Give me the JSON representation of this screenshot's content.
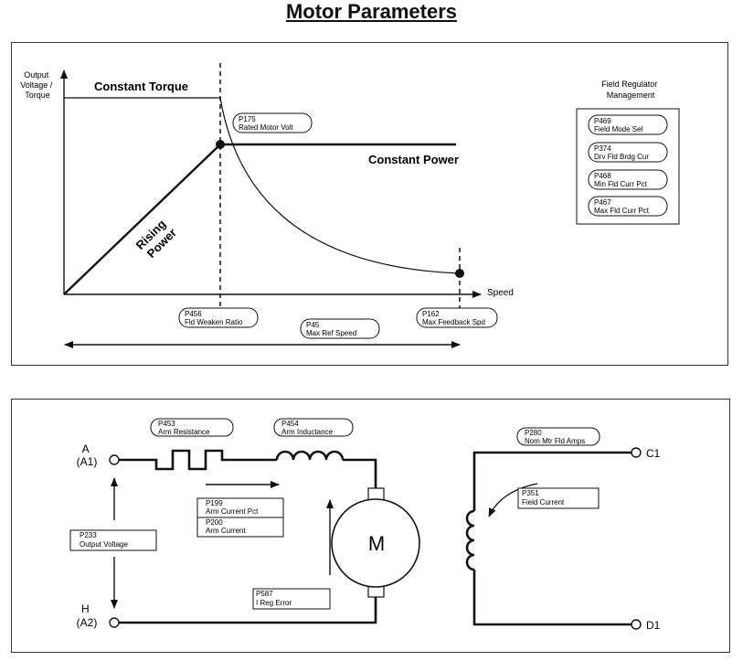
{
  "page": {
    "title": "Motor Parameters"
  },
  "graph": {
    "y_axis_label": [
      "Output",
      "Voltage /",
      "Torque"
    ],
    "x_axis_label": "Speed",
    "region_constant_torque": "Constant Torque",
    "region_constant_power": "Constant Power",
    "region_rising_power": [
      "Rising",
      "Power"
    ],
    "params": {
      "p175": {
        "code": "P175",
        "name": "Rated Motor Volt"
      },
      "p456": {
        "code": "P456",
        "name": "Fld Weaken Ratio"
      },
      "p45": {
        "code": "P45",
        "name": "Max Ref Speed"
      },
      "p162": {
        "code": "P162",
        "name": "Max Feedback Spd"
      }
    },
    "field_regulator": {
      "title": [
        "Field Regulator",
        "Management"
      ],
      "params": [
        {
          "code": "P469",
          "name": "Field Mode Sel"
        },
        {
          "code": "P374",
          "name": "Drv Fld Brdg Cur"
        },
        {
          "code": "P468",
          "name": "Min Fld Curr Pct"
        },
        {
          "code": "P467",
          "name": "Max Fld Curr Pct"
        }
      ]
    }
  },
  "circuit": {
    "terminal_a": [
      "A",
      "(A1)"
    ],
    "terminal_h": [
      "H",
      "(A2)"
    ],
    "terminal_c1": "C1",
    "terminal_d1": "D1",
    "motor_label": "M",
    "params": {
      "p453": {
        "code": "P453",
        "name": "Arm Resistance"
      },
      "p454": {
        "code": "P454",
        "name": "Arm Inductance"
      },
      "p199": {
        "code": "P199",
        "name": "Arm Current Pct"
      },
      "p200": {
        "code": "P200",
        "name": "Arm Current"
      },
      "p233": {
        "code": "P233",
        "name": "Output Voltage"
      },
      "p587": {
        "code": "P587",
        "name": "I Reg Error"
      },
      "p280": {
        "code": "P280",
        "name": "Nom Mtr Fld Amps"
      },
      "p351": {
        "code": "P351",
        "name": "Field Current"
      }
    }
  }
}
